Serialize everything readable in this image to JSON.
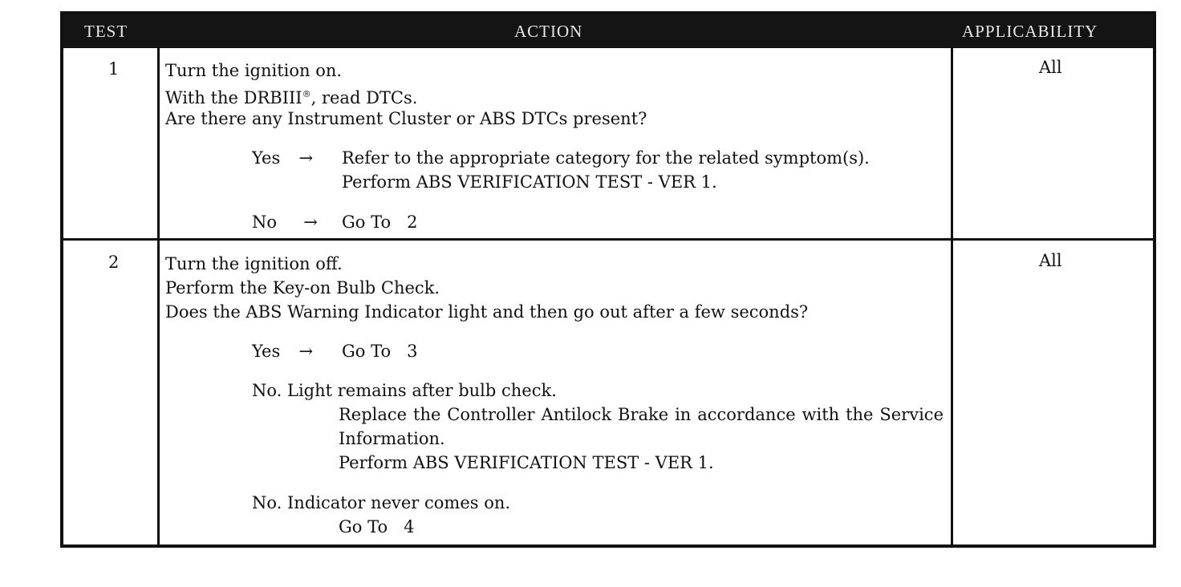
{
  "header": {
    "test": "TEST",
    "action": "ACTION",
    "applicability": "APPLICABILITY"
  },
  "rows": [
    {
      "test": "1",
      "applicability": "All",
      "lines": [
        "Turn the ignition on.",
        "With the DRBIII",
        ", read DTCs.",
        "Are there any Instrument Cluster or ABS DTCs present?"
      ],
      "reg_mark": "®",
      "yes_label": "Yes",
      "yes_arrow": "→",
      "yes_text_1": "Refer to the appropriate category for the related symptom(s).",
      "yes_text_2": "Perform ABS VERIFICATION TEST - VER 1.",
      "no_label": "No",
      "no_arrow": "→",
      "no_text": "Go To   2"
    },
    {
      "test": "2",
      "applicability": "All",
      "lines": [
        "Turn the ignition off.",
        "Perform the Key-on Bulb Check.",
        "Does the ABS Warning Indicator light and then go out after a few seconds?"
      ],
      "yes_label": "Yes",
      "yes_arrow": "→",
      "yes_text": "Go To   3",
      "no1_label": "No. Light remains after bulb check.",
      "no1_text_1": "Replace the Controller Antilock Brake in accordance with the Service Information.",
      "no1_text_2": "Perform ABS VERIFICATION TEST - VER 1.",
      "no2_label": "No. Indicator never comes on.",
      "no2_text": "Go To   4"
    }
  ]
}
